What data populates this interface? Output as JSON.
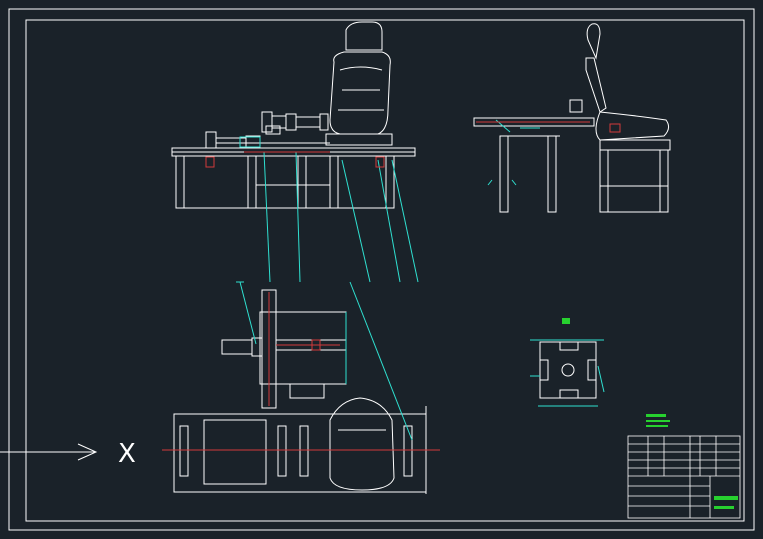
{
  "drawing": {
    "background_color": "#1a2229",
    "line_color": "#ffffff",
    "dimension_color": "#2fe0d0",
    "accent_red": "#d23a3a",
    "accent_green": "#27d12f",
    "axis_marker": "X",
    "views": [
      "front-view",
      "side-view",
      "top-view",
      "profile-section-detail"
    ],
    "title_block": {
      "present": true
    }
  }
}
